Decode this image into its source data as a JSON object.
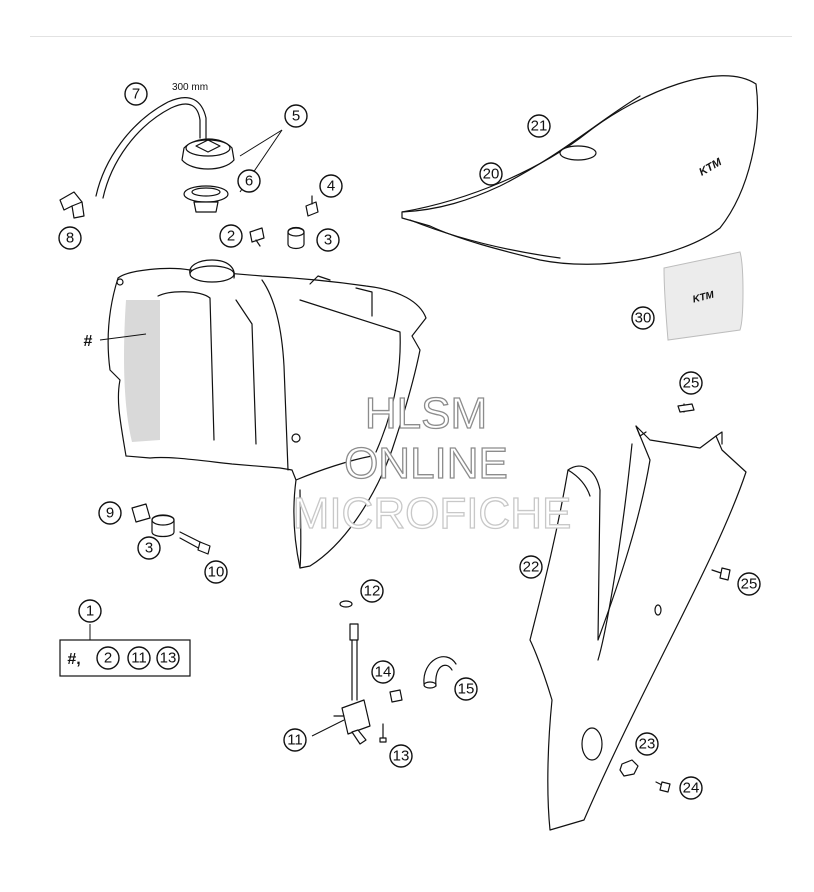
{
  "dimension_label": "300 mm",
  "tank_label": "#",
  "kit": {
    "number": "1",
    "prefix": "#,",
    "items": [
      "2",
      "11",
      "13"
    ]
  },
  "callouts": [
    "2",
    "3",
    "4",
    "5",
    "6",
    "7",
    "8",
    "9",
    "10",
    "11",
    "12",
    "13",
    "14",
    "15",
    "20",
    "21",
    "22",
    "23",
    "24",
    "25",
    "30"
  ],
  "brand_mark": "KTM",
  "watermark": {
    "line1": "HLSM",
    "line2": "ONLINE",
    "line3": "MICROFICHE"
  }
}
